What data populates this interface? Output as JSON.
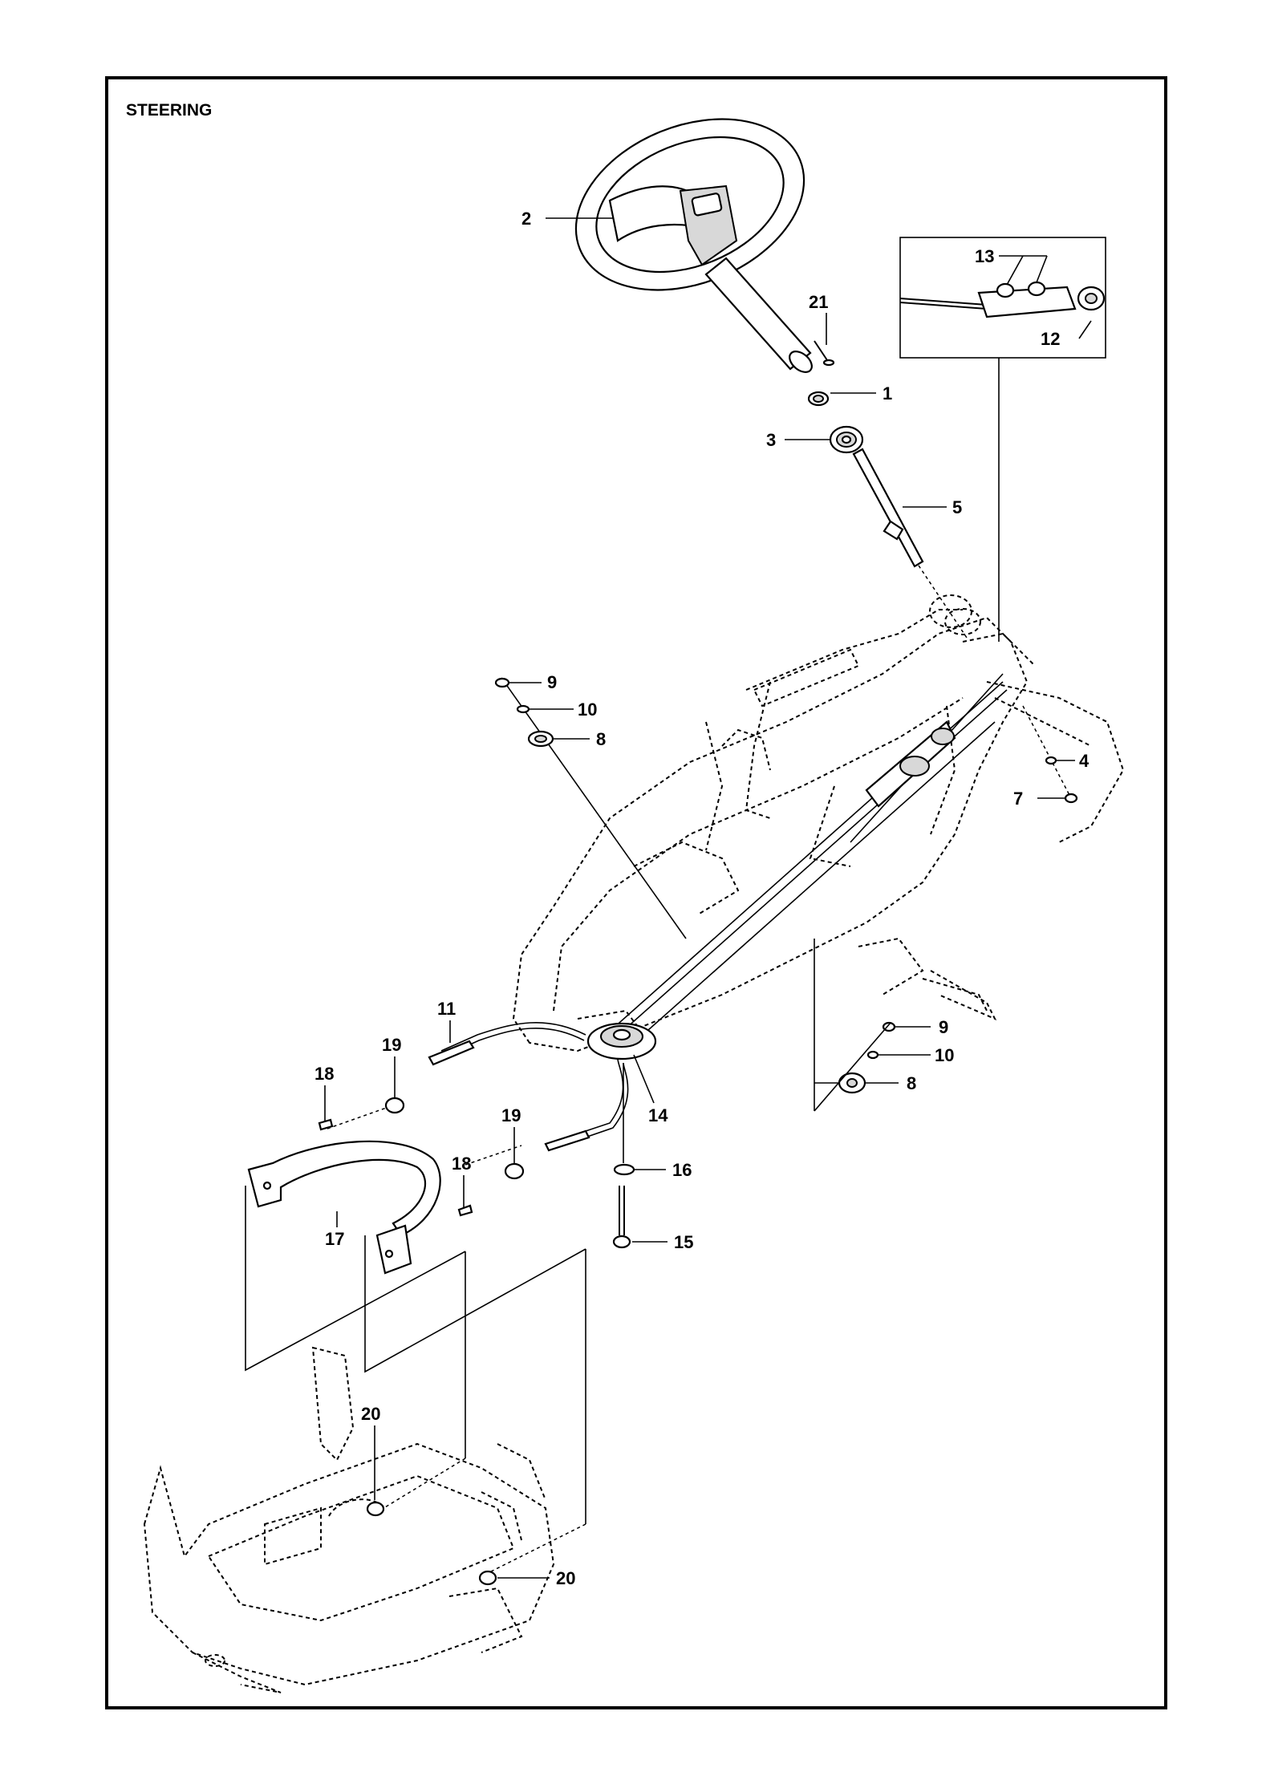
{
  "title": "STEERING",
  "callouts": {
    "c1": "1",
    "c2": "2",
    "c3": "3",
    "c4": "4",
    "c5": "5",
    "c7": "7",
    "c8a": "8",
    "c8b": "8",
    "c9a": "9",
    "c9b": "9",
    "c10a": "10",
    "c10b": "10",
    "c11": "11",
    "c12": "12",
    "c13": "13",
    "c14": "14",
    "c15": "15",
    "c16": "16",
    "c17": "17",
    "c18a": "18",
    "c18b": "18",
    "c19a": "19",
    "c19b": "19",
    "c20a": "20",
    "c20b": "20",
    "c21": "21"
  }
}
